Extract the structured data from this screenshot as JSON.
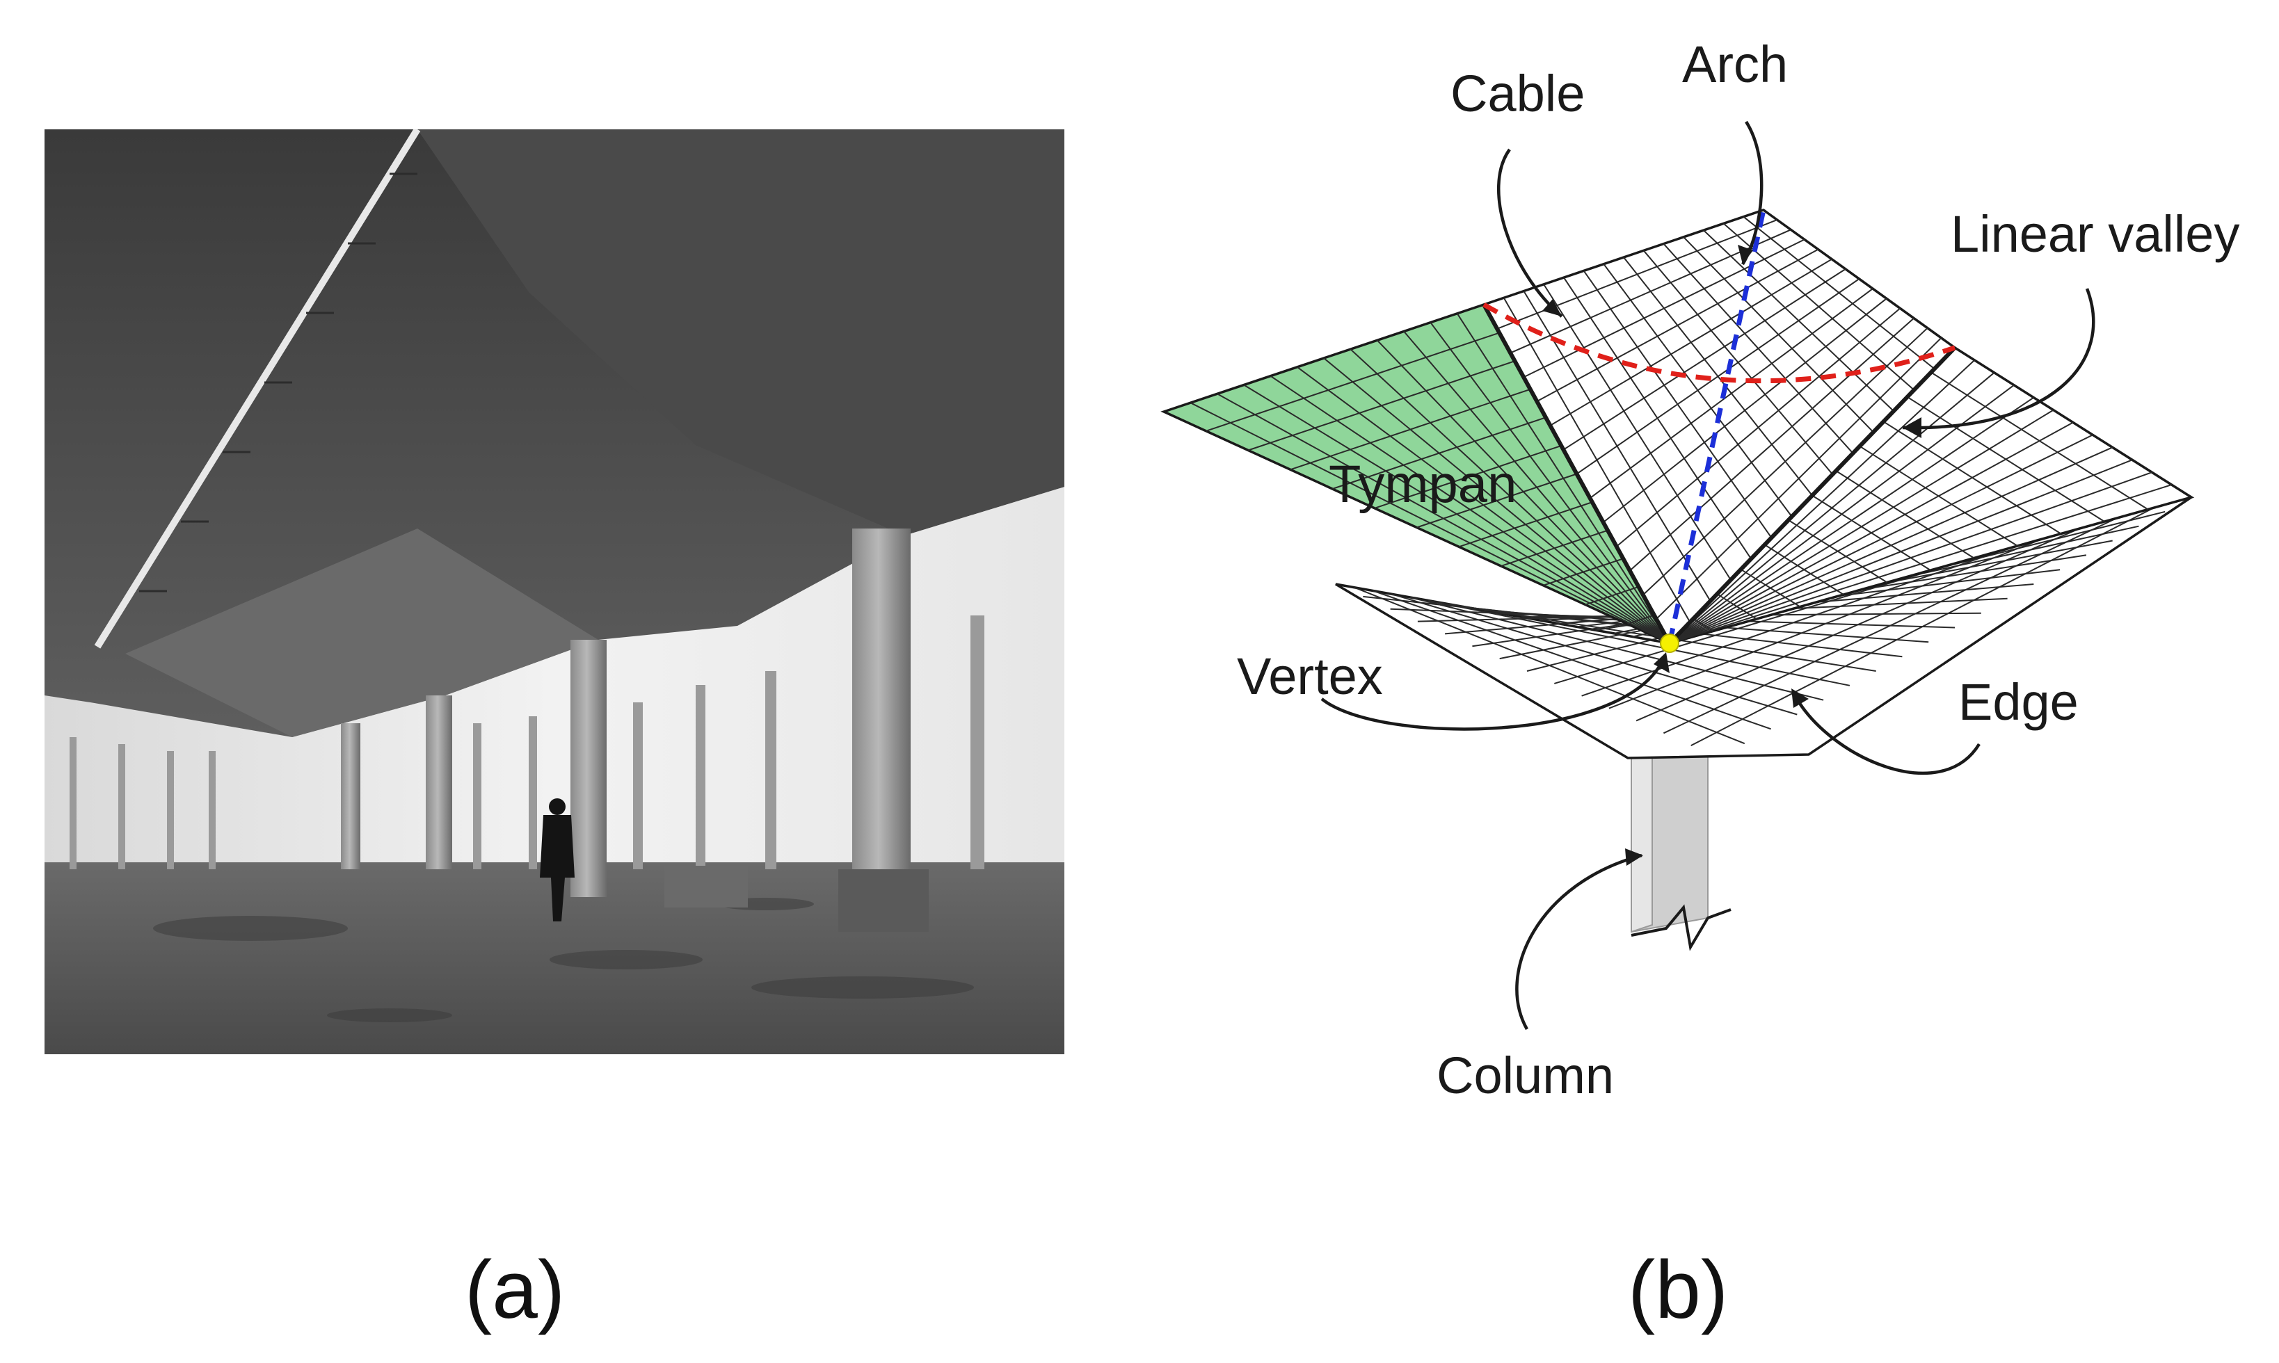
{
  "panels": {
    "photo_label": "(a)",
    "diagram_label": "(b)"
  },
  "diagram": {
    "labels": {
      "cable": "Cable",
      "arch": "Arch",
      "linear_valley": "Linear valley",
      "tympan": "Tympan",
      "vertex": "Vertex",
      "edge": "Edge",
      "column": "Column"
    },
    "colors": {
      "tympan": "#8fd69a",
      "cable": "#e0201a",
      "arch": "#1c2fd8",
      "vertex": "#f5f000",
      "column": "#cfcfcf",
      "mesh": "#2a2a2a"
    },
    "icons": {
      "photo": "concrete-umbrella-canopy-photo",
      "column": "column-shape",
      "vertex": "vertex-dot"
    }
  }
}
